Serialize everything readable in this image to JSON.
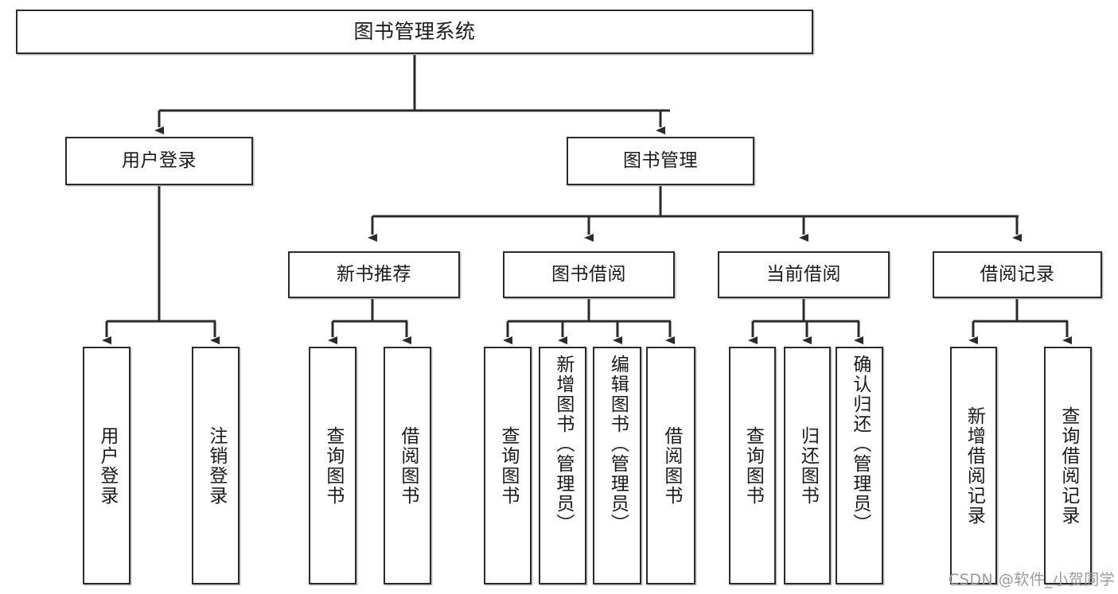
{
  "diagram": {
    "title": "图书管理系统",
    "type": "hierarchy-tree",
    "watermark": "CSDN @软件_小贺同学",
    "colors": {
      "box_border": "#2b2b2b",
      "box_fill": "#ffffff",
      "connector": "#2b2b2b",
      "text": "#1a1a1a",
      "watermark": "#9a9a9a"
    },
    "nodes": {
      "root": {
        "label": "图书管理系统"
      },
      "level2": [
        {
          "id": "user-login",
          "label": "用户登录"
        },
        {
          "id": "book-management",
          "label": "图书管理"
        }
      ],
      "level3": [
        {
          "id": "new-book-recommend",
          "label": "新书推荐"
        },
        {
          "id": "book-borrow",
          "label": "图书借阅"
        },
        {
          "id": "current-borrow",
          "label": "当前借阅"
        },
        {
          "id": "borrow-record",
          "label": "借阅记录"
        }
      ],
      "leaves": {
        "user-login": [
          {
            "id": "leaf-user-login",
            "label": "用户登录"
          },
          {
            "id": "leaf-logout-login",
            "label": "注销登录"
          }
        ],
        "new-book-recommend": [
          {
            "id": "leaf-query-book-1",
            "label": "查询图书"
          },
          {
            "id": "leaf-borrow-book-1",
            "label": "借阅图书"
          }
        ],
        "book-borrow": [
          {
            "id": "leaf-query-book-2",
            "label": "查询图书"
          },
          {
            "id": "leaf-add-book",
            "label": "新增图书（管理员）"
          },
          {
            "id": "leaf-edit-book",
            "label": "编辑图书（管理员）"
          },
          {
            "id": "leaf-borrow-book-2",
            "label": "借阅图书"
          }
        ],
        "current-borrow": [
          {
            "id": "leaf-query-book-3",
            "label": "查询图书"
          },
          {
            "id": "leaf-return-book",
            "label": "归还图书"
          },
          {
            "id": "leaf-confirm-return",
            "label": "确认归还（管理员）"
          }
        ],
        "borrow-record": [
          {
            "id": "leaf-add-record",
            "label": "新增借阅记录"
          },
          {
            "id": "leaf-query-record",
            "label": "查询借阅记录"
          }
        ]
      }
    }
  }
}
